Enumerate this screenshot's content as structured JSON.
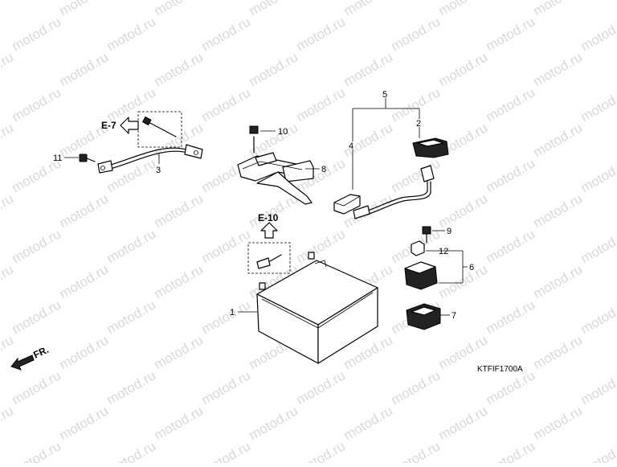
{
  "watermark": "motod.ru",
  "diagram_code": "KTFIF1700A",
  "front_label": "FR.",
  "refs": {
    "e7": "E-7",
    "e10": "E-10"
  },
  "callouts": {
    "c1": "1",
    "c2": "2",
    "c3": "3",
    "c4": "4",
    "c5": "5",
    "c6": "6",
    "c7": "7",
    "c8": "8",
    "c9": "9",
    "c10": "10",
    "c11": "11",
    "c12": "12"
  },
  "colors": {
    "ink": "#000000",
    "watermark": "#d9d9d9",
    "background": "#ffffff"
  }
}
